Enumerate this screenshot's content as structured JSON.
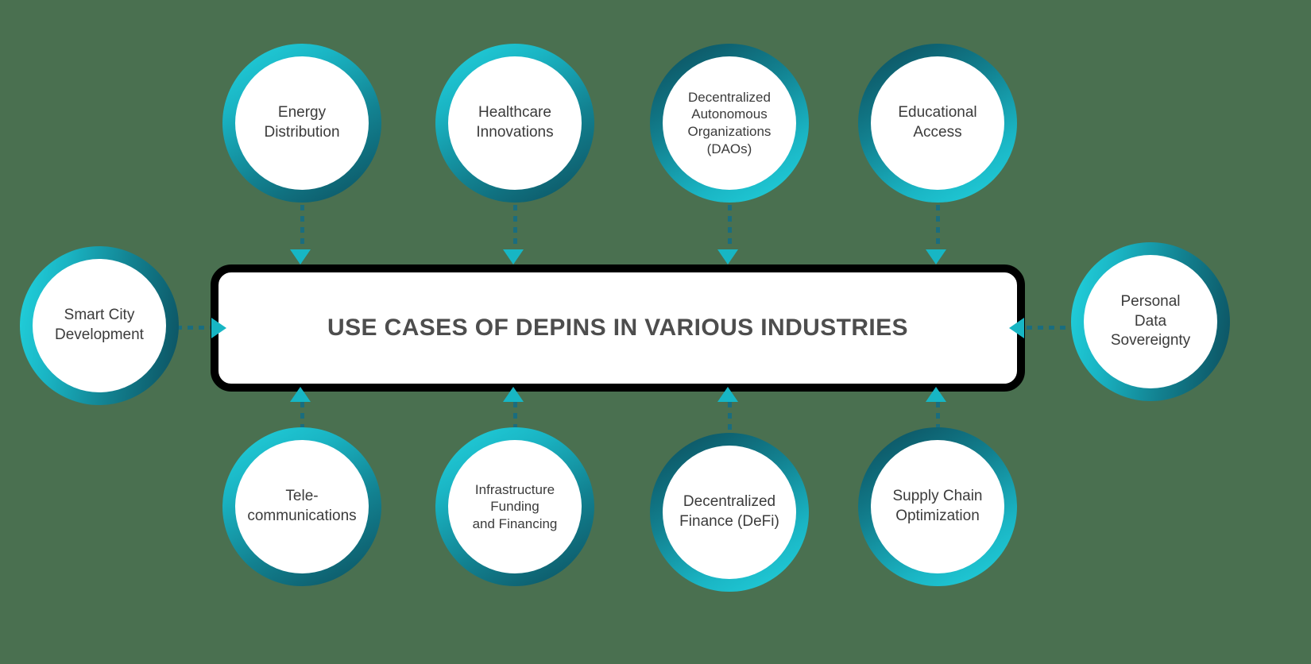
{
  "center": {
    "title": "USE CASES OF DEPINS IN VARIOUS INDUSTRIES",
    "title_color": "#4d4d4d",
    "border_color": "#000000",
    "fill_color": "#ffffff"
  },
  "theme": {
    "background": "#4a7050",
    "accent_cyan": "#22d3de",
    "accent_teal_dark": "#0c4f5e",
    "connector_color": "#1a6d7e",
    "arrow_color": "#17b6c4",
    "node_text_color": "#3b3b3b"
  },
  "nodes": {
    "top": [
      {
        "label": "Energy\nDistribution",
        "gradient": "cyan-top",
        "arrow": "down"
      },
      {
        "label": "Healthcare\nInnovations",
        "gradient": "cyan-top",
        "arrow": "down"
      },
      {
        "label": "Decentralized\nAutonomous\nOrganizations\n(DAOs)",
        "gradient": "dark-top",
        "arrow": "down"
      },
      {
        "label": "Educational\nAccess",
        "gradient": "dark-top",
        "arrow": "down"
      }
    ],
    "bottom": [
      {
        "label": "Tele-\ncommunications",
        "gradient": "cyan-top",
        "arrow": "up"
      },
      {
        "label": "Infrastructure\nFunding\nand Financing",
        "gradient": "cyan-top",
        "arrow": "up"
      },
      {
        "label": "Decentralized\nFinance (DeFi)",
        "gradient": "dark-top",
        "arrow": "up"
      },
      {
        "label": "Supply Chain\nOptimization",
        "gradient": "dark-top",
        "arrow": "up"
      }
    ],
    "left": [
      {
        "label": "Smart City\nDevelopment",
        "gradient": "cyan-left",
        "arrow": "right"
      }
    ],
    "right": [
      {
        "label": "Personal\nData\nSovereignty",
        "gradient": "cyan-left",
        "arrow": "left"
      }
    ]
  }
}
